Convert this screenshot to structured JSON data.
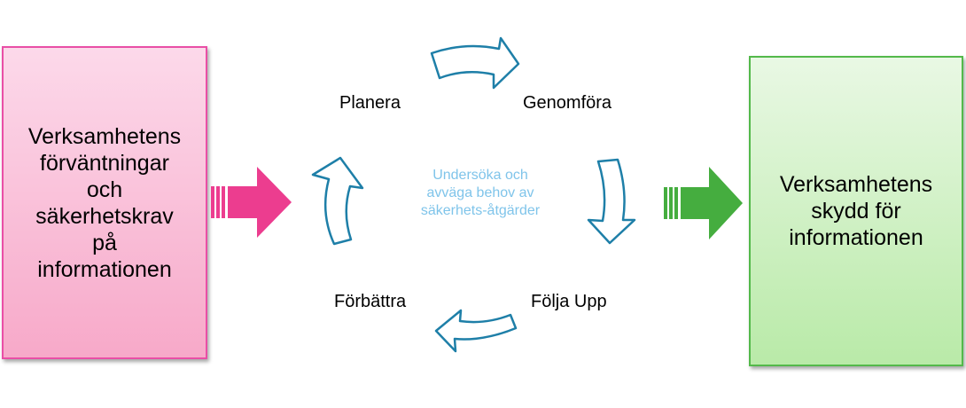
{
  "boxes": {
    "left": {
      "text": "Verksamhetens\nförväntningar\noch\nsäkerhetskrav\npå\ninformationen",
      "fill_top": "#fcd9ea",
      "fill_bottom": "#f7a9c9",
      "border": "#e94fa6"
    },
    "right": {
      "text": "Verksamhetens\nskydd för\ninformationen",
      "fill_top": "#e9f8e4",
      "fill_bottom": "#b9eaa8",
      "border": "#53b94a"
    }
  },
  "cycle": {
    "steps": {
      "planera": "Planera",
      "genomfora": "Genomföra",
      "folja_upp": "Följa Upp",
      "forbattra": "Förbättra"
    },
    "center_text": "Undersöka och\navväga behov av\nsäkerhets-åtgärder",
    "arrow_stroke": "#1e7fa8",
    "center_text_color": "#7fc4ea"
  },
  "flow_arrows": {
    "input_color": "#ec3d8f",
    "output_color": "#45ad3f"
  }
}
